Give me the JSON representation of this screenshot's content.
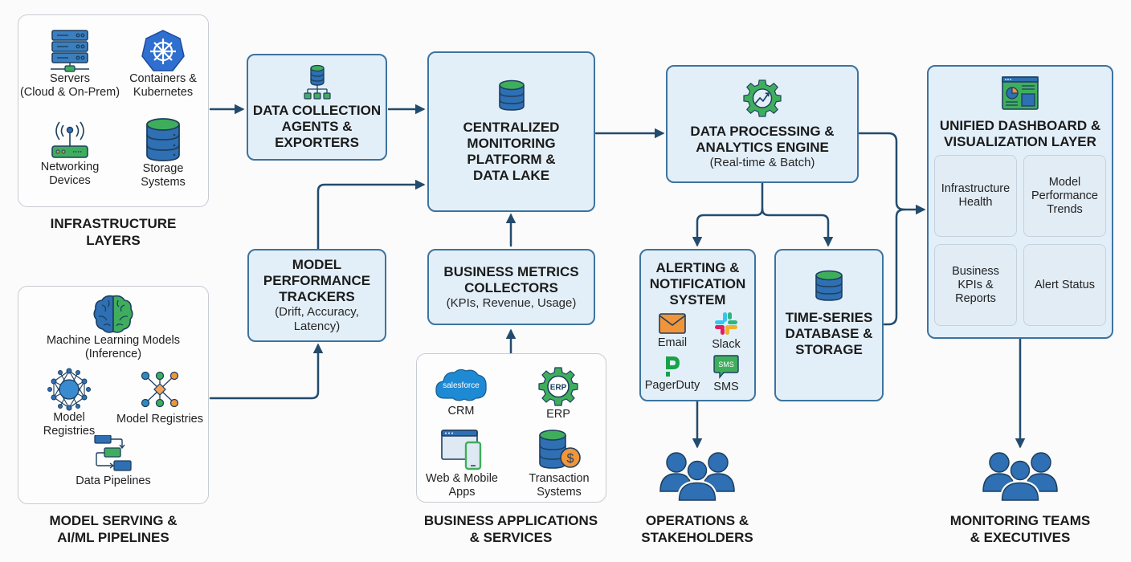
{
  "colors": {
    "box_fill": "#e3eff8",
    "box_border": "#3d739f",
    "connector": "#234b6d",
    "icon_blue": "#2f6fb3",
    "icon_green": "#3fae5c",
    "icon_orange": "#f0953a"
  },
  "infrastructure": {
    "caption": "INFRASTRUCTURE\nLAYERS",
    "caption_line1": "INFRASTRUCTURE",
    "caption_line2": "LAYERS",
    "items": [
      {
        "icon": "server-rack-icon",
        "line1": "Servers",
        "line2": "(Cloud & On-Prem)"
      },
      {
        "icon": "kubernetes-icon",
        "line1": "Containers &",
        "line2": "Kubernetes"
      },
      {
        "icon": "router-icon",
        "line1": "Networking",
        "line2": "Devices"
      },
      {
        "icon": "database-icon",
        "line1": "Storage",
        "line2": "Systems"
      }
    ]
  },
  "model_serving": {
    "caption_line1": "MODEL SERVING &",
    "caption_line2": "AI/ML PIPELINES",
    "items": [
      {
        "icon": "brain-icon",
        "line1": "Machine Learning Models",
        "line2": "(Inference)"
      },
      {
        "icon": "neural-network-icon",
        "line1": "Model",
        "line2": "Registries"
      },
      {
        "icon": "model-graph-icon",
        "line1": "Model Registries",
        "line2": ""
      },
      {
        "icon": "pipeline-icon",
        "line1": "Data Pipelines",
        "line2": ""
      }
    ]
  },
  "data_collection": {
    "icon": "database-hierarchy-icon",
    "title_lines": [
      "DATA COLLECTION",
      "AGENTS &",
      "EXPORTERS"
    ]
  },
  "model_trackers": {
    "title_lines": [
      "MODEL",
      "PERFORMANCE",
      "TRACKERS"
    ],
    "sub_lines": [
      "(Drift, Accuracy,",
      "Latency)"
    ]
  },
  "central_platform": {
    "icon": "database-icon",
    "title_lines": [
      "CENTRALIZED",
      "MONITORING",
      "PLATFORM &",
      "DATA LAKE"
    ]
  },
  "business_metrics": {
    "title_lines": [
      "BUSINESS METRICS",
      "COLLECTORS"
    ],
    "sub_lines": [
      "(KPIs, Revenue, Usage)"
    ]
  },
  "business_apps": {
    "caption_line1": "BUSINESS APPLICATIONS",
    "caption_line2": "& SERVICES",
    "items": [
      {
        "icon": "salesforce-cloud-icon",
        "icon_text": "salesforce",
        "line1": "CRM",
        "line2": ""
      },
      {
        "icon": "erp-gear-icon",
        "icon_text": "ERP",
        "line1": "ERP",
        "line2": ""
      },
      {
        "icon": "web-mobile-icon",
        "line1": "Web & Mobile",
        "line2": "Apps"
      },
      {
        "icon": "database-dollar-icon",
        "icon_text": "$",
        "line1": "Transaction",
        "line2": "Systems"
      }
    ]
  },
  "processing_engine": {
    "icon": "gear-chart-icon",
    "title_lines": [
      "DATA PROCESSING &",
      "ANALYTICS ENGINE"
    ],
    "sub_lines": [
      "(Real-time & Batch)"
    ]
  },
  "alerting": {
    "title_lines": [
      "ALERTING &",
      "NOTIFICATION",
      "SYSTEM"
    ],
    "channels": [
      {
        "icon": "email-icon",
        "label": "Email"
      },
      {
        "icon": "slack-icon",
        "label": "Slack"
      },
      {
        "icon": "pagerduty-icon",
        "icon_text": "P",
        "label": "PagerDuty"
      },
      {
        "icon": "sms-icon",
        "icon_text": "SMS",
        "label": "SMS"
      }
    ]
  },
  "timeseries_db": {
    "icon": "database-icon",
    "title_lines": [
      "TIME-SERIES",
      "DATABASE &",
      "STORAGE"
    ]
  },
  "dashboard": {
    "icon": "dashboard-icon",
    "title_lines": [
      "UNIFIED DASHBOARD &",
      "VISUALIZATION LAYER"
    ],
    "tiles": [
      {
        "lines": [
          "Infrastructure",
          "Health"
        ]
      },
      {
        "lines": [
          "Model",
          "Performance",
          "Trends"
        ]
      },
      {
        "lines": [
          "Business",
          "KPIs &",
          "Reports"
        ]
      },
      {
        "lines": [
          "Alert Status"
        ]
      }
    ]
  },
  "operations": {
    "icon": "users-group-icon",
    "caption_line1": "OPERATIONS &",
    "caption_line2": "STAKEHOLDERS"
  },
  "monitoring_teams": {
    "icon": "users-group-icon",
    "caption_line1": "MONITORING TEAMS",
    "caption_line2": "& EXECUTIVES"
  }
}
